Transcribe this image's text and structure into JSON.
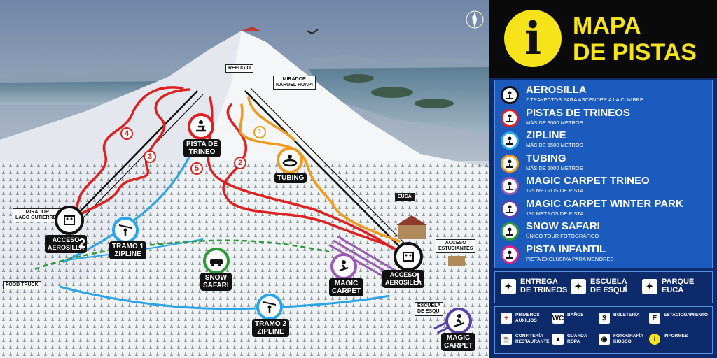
{
  "map": {
    "labels": {
      "refugio": "REFUGIO",
      "mirador_nahuel": "MIRADOR\nNAHUEL HUAPI",
      "pista_trineo": "PISTA DE\nTRINEO",
      "tubing": "TUBING",
      "mirador_lago": "MIRADOR\nLAGO GUTIERREZ",
      "acceso_aerosilla_2": "ACCESO\nAEROSILLA",
      "acceso_aerosilla_2_num": "2",
      "tramo1": "TRAMO 1\nZIPLINE",
      "snow_safari": "SNOW\nSAFARI",
      "magic_carpet": "MAGIC\nCARPET",
      "acceso_aerosilla_1": "ACCESO\nAEROSILLA",
      "acceso_aerosilla_1_num": "1",
      "tramo2": "TRAMO 2\nZIPLINE",
      "food_truck": "FOOD TRUCK",
      "acceso_estudiantes": "ACCESO\nESTUDIANTES",
      "escuela_esqui": "ESCUELA\nDE ESQUÍ",
      "magic_carpet_2": "MAGIC\nCARPET",
      "euca": "EUCA",
      "compass": "N"
    },
    "sled_numbers": [
      "1",
      "2",
      "3",
      "4",
      "5"
    ]
  },
  "header": {
    "info_symbol": "i",
    "title_line1": "MAPA",
    "title_line2": "DE PISTAS"
  },
  "legend": [
    {
      "name": "AEROSILLA",
      "sub": "2 TRAYECTOS PARA ASCENDER A LA CUMBRE",
      "color": "#111111",
      "icon": "chairlift-icon"
    },
    {
      "name": "PISTAS DE TRINEOS",
      "sub": "MÁS DE 3000 METROS",
      "color": "#e02020",
      "icon": "sled-icon"
    },
    {
      "name": "ZIPLINE",
      "sub": "MÁS DE 1500 METROS",
      "color": "#2aa4e8",
      "icon": "zipline-icon"
    },
    {
      "name": "TUBING",
      "sub": "MÁS DE 1000 METROS",
      "color": "#f39a1c",
      "icon": "tubing-icon"
    },
    {
      "name": "MAGIC CARPET TRINEO",
      "sub": "125 METROS DE PISTA",
      "color": "#9b59b6",
      "icon": "magic-carpet-sled-icon"
    },
    {
      "name": "MAGIC CARPET WINTER PARK",
      "sub": "130 METROS DE PISTA",
      "color": "#5b3fa8",
      "icon": "magic-carpet-ski-icon"
    },
    {
      "name": "SNOW SAFARI",
      "sub": "ÚNICO TOUR FOTOGRÁFICO",
      "color": "#2e9a3a",
      "icon": "snow-safari-icon"
    },
    {
      "name": "PISTA INFANTIL",
      "sub": "PISTA EXCLUSIVA PARA MENORES",
      "color": "#e0218a",
      "icon": "kids-slope-icon"
    }
  ],
  "services": [
    {
      "label": "ENTREGA\nDE TRINEOS",
      "icon": "sled-delivery-icon"
    },
    {
      "label": "ESCUELA\nDE ESQUÍ",
      "icon": "ski-school-icon"
    },
    {
      "label": "PARQUE\nEUCA",
      "icon": "euca-icon"
    }
  ],
  "facilities": [
    {
      "label": "PRIMEROS\nAUXILIOS",
      "icon": "first-aid-icon",
      "glyph": "+"
    },
    {
      "label": "BAÑOS",
      "icon": "restroom-icon",
      "glyph": "WC"
    },
    {
      "label": "BOLETERÍA",
      "icon": "ticket-icon",
      "glyph": "$"
    },
    {
      "label": "ESTACIONAMIENTO",
      "icon": "parking-icon",
      "glyph": "E"
    },
    {
      "label": "CONFITERÍA\nRESTAURANTE",
      "icon": "restaurant-icon",
      "glyph": "☕"
    },
    {
      "label": "GUARDA\nROPA",
      "icon": "cloakroom-icon",
      "glyph": "▲"
    },
    {
      "label": "FOTOGRAFÍA\nKIOSCO",
      "icon": "photo-icon",
      "glyph": "◉"
    },
    {
      "label": "INFORMES",
      "icon": "info-icon",
      "glyph": "i"
    }
  ],
  "colors": {
    "panel_bg": "#0d2a6b",
    "legend_bg": "#1a5bbd",
    "title_yellow": "#f6e31a",
    "sled_red": "#e02020",
    "zip_blue": "#2aa4e8",
    "tubing_orange": "#f39a1c",
    "safari_green": "#2e9a3a",
    "magic_purple": "#9b59b6"
  }
}
